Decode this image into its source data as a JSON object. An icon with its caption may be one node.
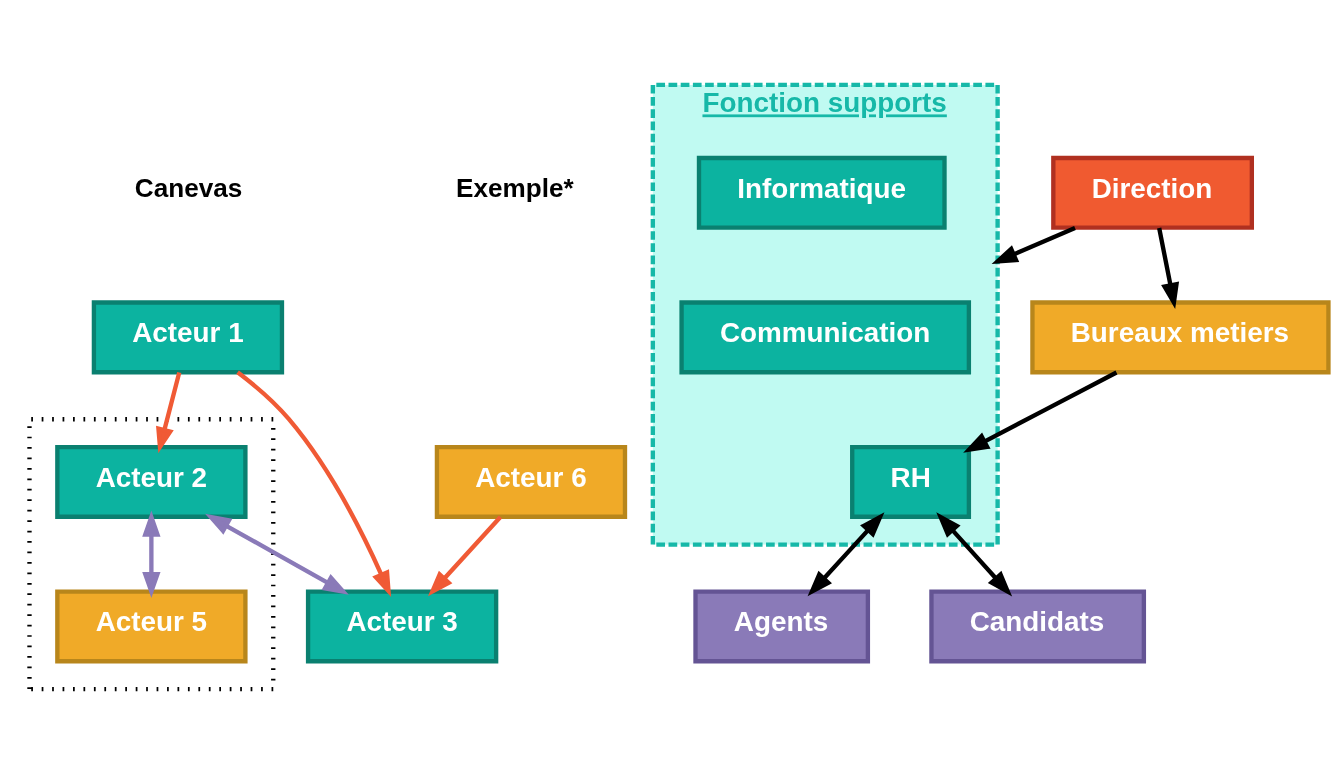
{
  "diagram": {
    "nodes": [
      {
        "text": [
          "Acteur 1"
        ]
      },
      {
        "text": [],
        "shape": "box"
      },
      {
        "text": [
          "Acteur 2"
        ],
        "in": 1
      },
      {
        "text": [
          "Acteur 3"
        ]
      },
      {
        "text": [
          "Acteur 5"
        ],
        "in": 1
      },
      {
        "text": [
          "Acteur 6"
        ]
      },
      {
        "text": [
          "Fonction supports"
        ]
      },
      {
        "text": [
          "Communication"
        ],
        "in": 6
      },
      {
        "text": [
          "Informatique"
        ],
        "in": 6
      },
      {
        "text": [
          "Direction"
        ]
      },
      {
        "text": [
          "Bureaux metiers"
        ]
      },
      {
        "text": [
          "RH"
        ],
        "in": 6
      },
      {
        "text": [
          "Agents"
        ]
      },
      {
        "text": [
          "Candidats"
        ]
      }
    ],
    "edges": [
      {
        "from": 0,
        "to": 2,
        "arrow": "to",
        "color": "#f05a35"
      },
      {
        "from": 0,
        "to": 3,
        "arrow": "to",
        "color": "#f05a35"
      },
      {
        "from": 5,
        "to": 3,
        "arrow": "to",
        "color": "#f05a35"
      },
      {
        "from": 2,
        "to": 3,
        "arrow": "both",
        "color": "#8a7ab8"
      },
      {
        "from": 2,
        "to": 4,
        "arrow": "both",
        "color": "#8a7ab8"
      },
      {
        "from": 9,
        "to": 6,
        "arrow": "to"
      },
      {
        "from": 9,
        "to": 10,
        "arrow": "to"
      },
      {
        "from": 10,
        "to": 11,
        "arrow": "to"
      },
      {
        "from": 11,
        "to": 12,
        "arrow": "both"
      },
      {
        "from": 11,
        "to": 13,
        "arrow": "both"
      }
    ],
    "labels": [
      "Canevas",
      "Exemple*"
    ]
  }
}
